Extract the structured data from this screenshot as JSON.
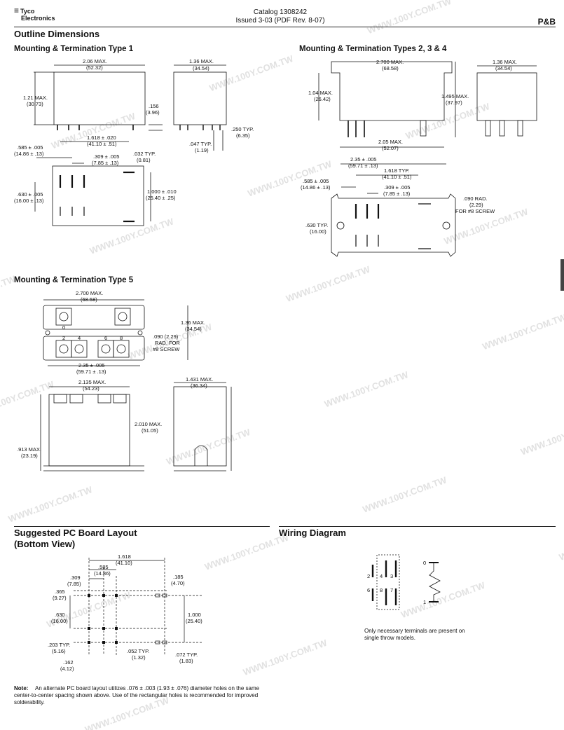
{
  "header": {
    "logo_mark": "≡",
    "logo_line1": "Tyco",
    "logo_line2": "Electronics",
    "catalog": "Catalog 1308242",
    "issued": "Issued 3-03 (PDF Rev. 8-07)",
    "brand": "P&B"
  },
  "sections": {
    "outline": "Outline Dimensions",
    "type1": "Mounting & Termination Type 1",
    "type234": "Mounting & Termination Types 2, 3 & 4",
    "type5": "Mounting & Termination Type 5",
    "pcb1": "Suggested PC Board Layout",
    "pcb2": "(Bottom View)",
    "wiring": "Wiring Diagram"
  },
  "type1": {
    "w1": "2.06 MAX.",
    "w2": "(52.32)",
    "h1": "1.21 MAX.",
    "h2": "(30.73)",
    "s1": ".156",
    "s2": "(3.96)",
    "d1": "1.36 MAX.",
    "d2": "(34.54)",
    "t1": ".250 TYP.",
    "t2": "(6.35)",
    "p1": ".047 TYP.",
    "p2": "(1.19)",
    "a1": "1.618 ± .020",
    "a2": "(41.10 ± .51)",
    "b1": ".585 ± .005",
    "b2": "(14.86 ± .13)",
    "c1": ".309 ± .005",
    "c2": "(7.85 ± .13)",
    "e1": ".032 TYP.",
    "e2": "(0.81)",
    "f1": ".630 ± .005",
    "f2": "(16.00 ± .13)",
    "g1": "1.000 ± .010",
    "g2": "(25.40 ± .25)"
  },
  "type234": {
    "w1": "2.700 MAX.",
    "w2": "(68.58)",
    "d1": "1.36 MAX.",
    "d2": "(34.54)",
    "h1": "1.04 MAX.",
    "h2": "(26.42)",
    "h3": "1.495 MAX.",
    "h4": "(37.97)",
    "b1": "2.05 MAX.",
    "b2": "(52.07)",
    "c1": "2.35 ± .005",
    "c2": "(59.71 ± .13)",
    "e1": "1.618 TYP.",
    "e2": "(41.10 ± .51)",
    "f1": ".585 ± .005",
    "f2": "(14.86 ± .13)",
    "g1": ".309 ± .005",
    "g2": "(7.85 ± .13)",
    "r1": ".090 RAD.",
    "r2": "(2.29)",
    "r3": "FOR #8 SCREW",
    "t1": ".630 TYP.",
    "t2": "(16.00)"
  },
  "type5": {
    "w1": "2.700 MAX.",
    "w2": "(68.58)",
    "d1": "1.36 MAX.",
    "d2": "(34.54)",
    "r1": ".090 (2.29)",
    "r2": "RAD. FOR",
    "r3": "#8 SCREW",
    "c1": "2.35 ± .005",
    "c2": "(59.71 ± .13)",
    "n0": "0",
    "n1": "2",
    "n2": "4",
    "n3": "6",
    "n4": "8",
    "s1": "2.135 MAX.",
    "s2": "(54.23)",
    "s3": "1.431 MAX.",
    "s4": "(36.34)",
    "h1": "2.010 MAX.",
    "h2": "(51.05)",
    "h3": ".913 MAX.",
    "h4": "(23.19)"
  },
  "pcb": {
    "a1": "1.618",
    "a2": "(41.10)",
    "b1": ".585",
    "b2": "(14.86)",
    "c1": ".309",
    "c2": "(7.85)",
    "d1": ".365",
    "d2": "(9.27)",
    "e1": ".185",
    "e2": "(4.70)",
    "f1": ".630",
    "f2": "(16.00)",
    "g1": "1.000",
    "g2": "(25.40)",
    "h1": ".203 TYP.",
    "h2": "(5.16)",
    "i1": ".052 TYP.",
    "i2": "(1.32)",
    "j1": ".072 TYP.",
    "j2": "(1.83)",
    "k1": ".162",
    "k2": "(4.12)"
  },
  "wiring": {
    "n0": "0",
    "n1": "1",
    "n2": "2",
    "n3": "3",
    "n4": "4",
    "n6": "6",
    "n7": "7",
    "n8": "8",
    "note": "Only necessary terminals are present on single throw models."
  },
  "note": {
    "label": "Note:",
    "text": "An alternate PC board layout utilizes .076 ± .003 (1.93 ± .076) diameter holes on the same center-to-center spacing shown above. Use of the rectangular holes is recommended for improved solderability."
  },
  "watermark": "WWW.100Y.COM.TW"
}
